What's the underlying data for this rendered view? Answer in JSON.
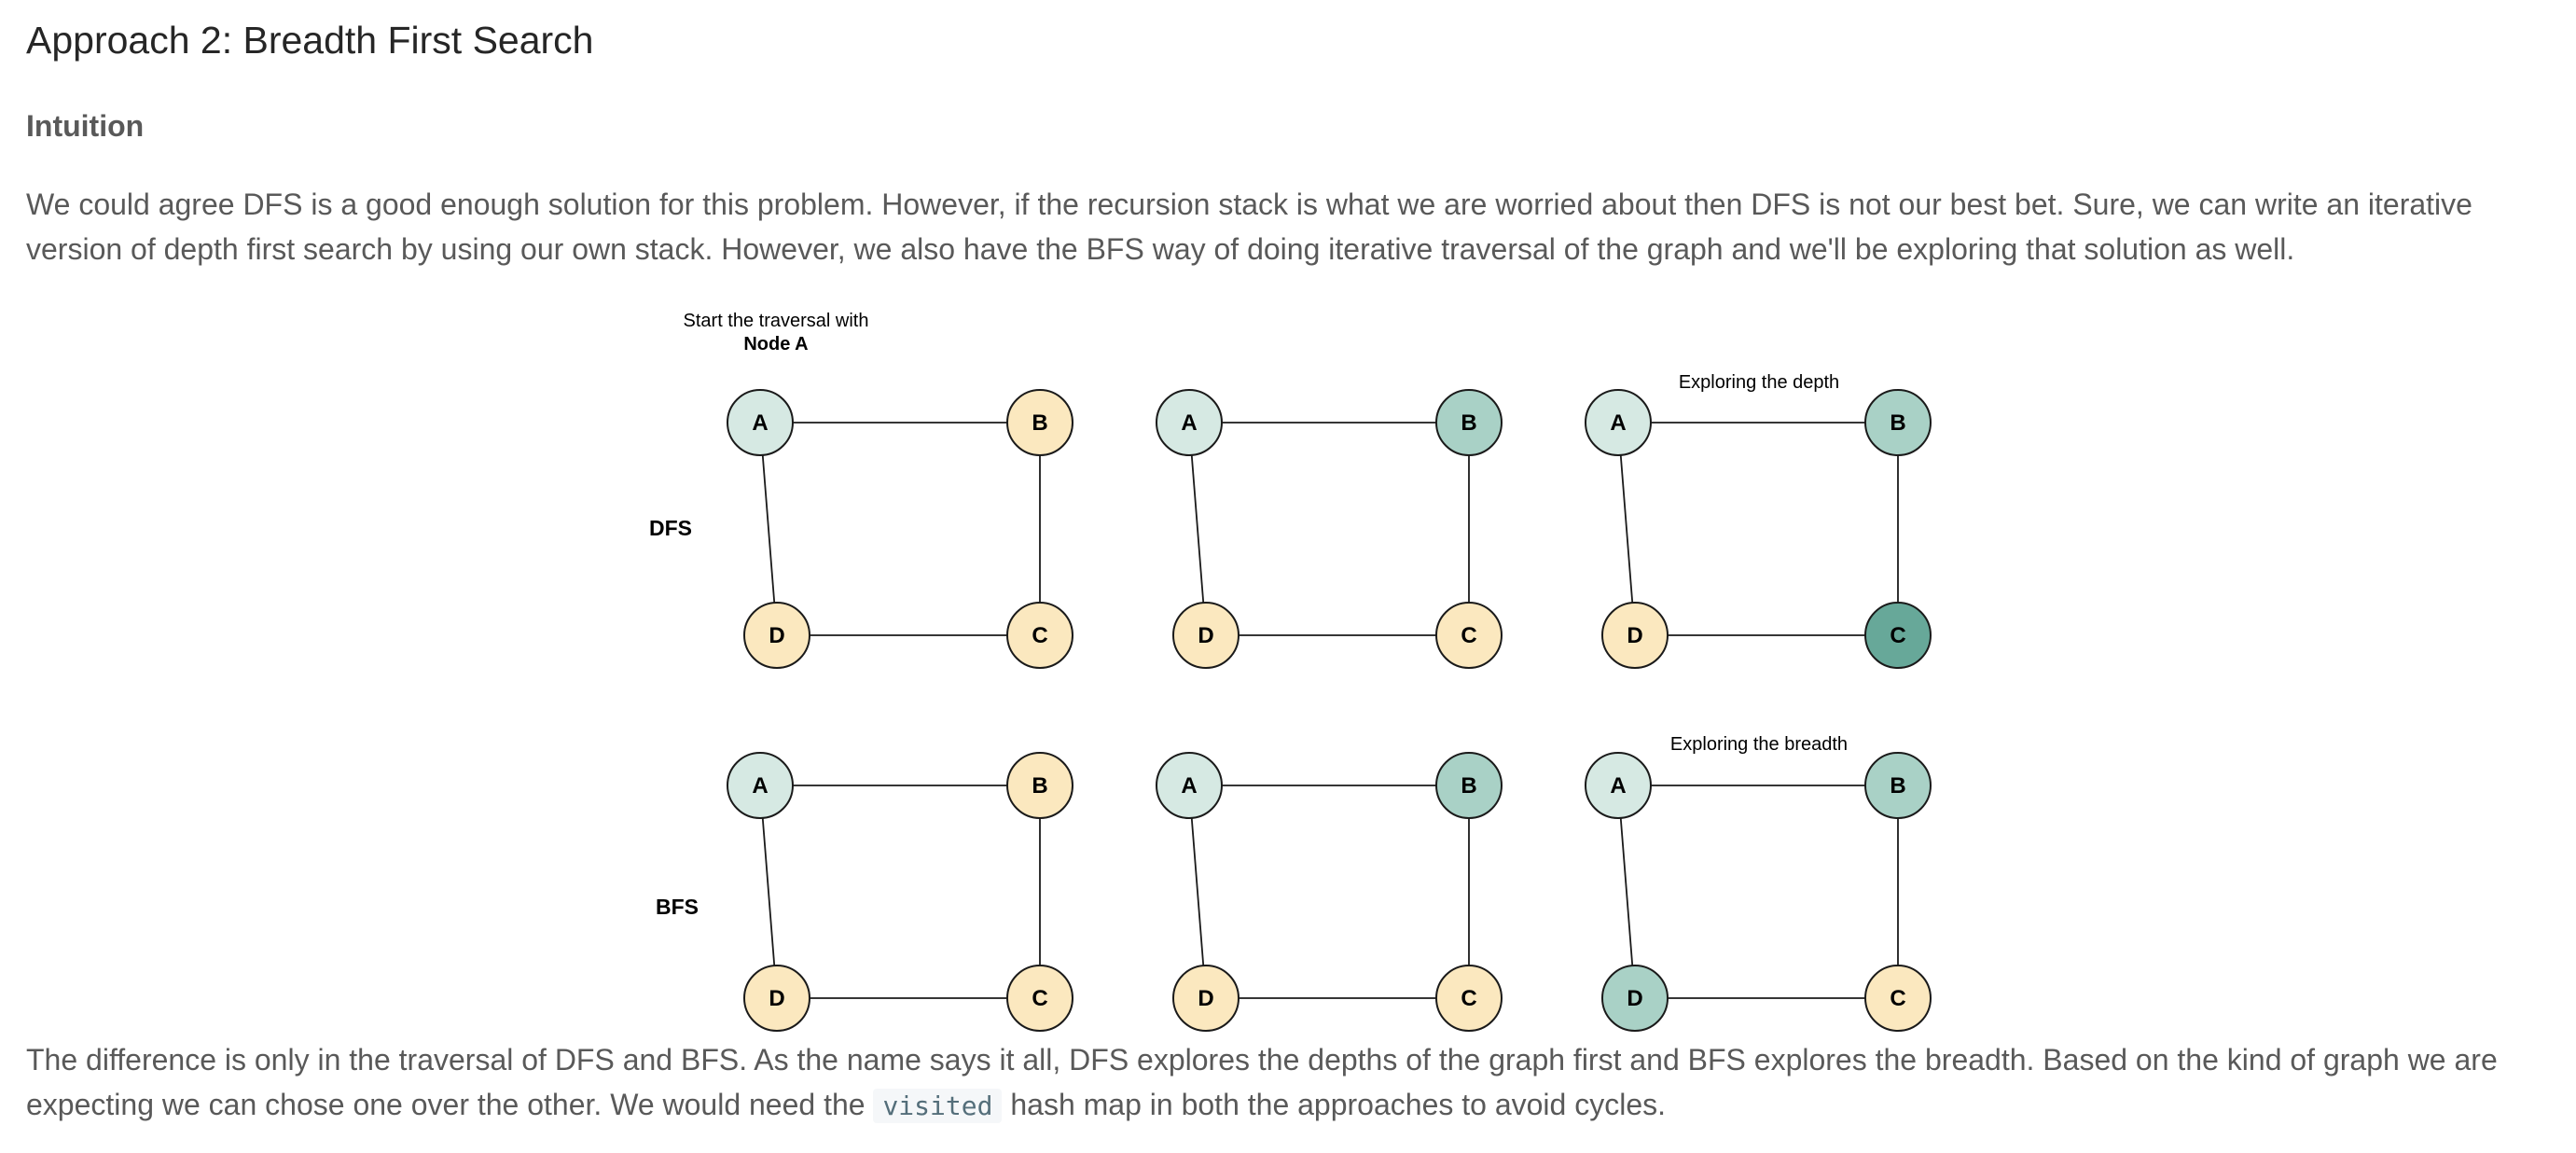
{
  "article": {
    "title": "Approach 2: Breadth First Search",
    "section_heading": "Intuition",
    "paragraph_1": "We could agree DFS is a good enough solution for this problem. However, if the recursion stack is what we are worried about then DFS is not our best bet. Sure, we can write an iterative version of depth first search by using our own stack. However, we also have the BFS way of doing iterative traversal of the graph and we'll be exploring that solution as well.",
    "paragraph_2_before_code": "The difference is only in the traversal of DFS and BFS. As the name says it all, DFS explores the depths of the graph first and BFS explores the breadth. Based on the kind of graph we are expecting we can chose one over the other. We would need the ",
    "paragraph_2_code": "visited",
    "paragraph_2_after_code": " hash map in both the approaches to avoid cycles."
  },
  "diagram": {
    "colors": {
      "unvisited": "#fbe8bf",
      "start": "#d6e9e3",
      "visited": "#a9d1c6",
      "current": "#67a899",
      "stroke": "#1a1a1a"
    },
    "annotations": {
      "start_line_1": "Start the traversal with",
      "start_line_2": "Node A",
      "exploring_depth": "Exploring the depth",
      "exploring_breadth": "Exploring the breadth"
    },
    "rows": [
      {
        "label": "DFS",
        "panels": [
          {
            "A": "start",
            "B": "unvisited",
            "C": "unvisited",
            "D": "unvisited"
          },
          {
            "A": "start",
            "B": "visited",
            "C": "unvisited",
            "D": "unvisited"
          },
          {
            "A": "start",
            "B": "visited",
            "C": "current",
            "D": "unvisited"
          }
        ]
      },
      {
        "label": "BFS",
        "panels": [
          {
            "A": "start",
            "B": "unvisited",
            "C": "unvisited",
            "D": "unvisited"
          },
          {
            "A": "start",
            "B": "visited",
            "C": "unvisited",
            "D": "unvisited"
          },
          {
            "A": "start",
            "B": "visited",
            "C": "unvisited",
            "D": "visited"
          }
        ]
      }
    ],
    "node_labels": [
      "A",
      "B",
      "C",
      "D"
    ]
  }
}
